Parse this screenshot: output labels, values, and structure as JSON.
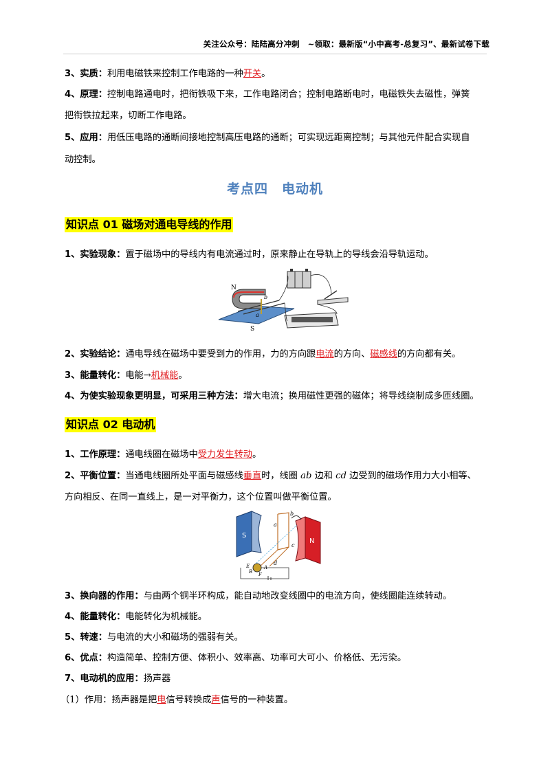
{
  "header": {
    "text": "关注公众号：陆陆高分冲刺　~领取：最新版“小中高考-总复习”、最新试卷下载"
  },
  "items_top": [
    {
      "label": "3、实质：",
      "pre": "利用电磁铁来控制工作电路的一种",
      "red": "开关",
      "post": "。"
    },
    {
      "label": "4、原理：",
      "line1": "控制电路通电时，把衔铁吸下来，工作电路闭合；控制电路断电时，电磁铁失去磁性，弹簧",
      "line2": "把衔铁拉起来，切断工作电路。"
    },
    {
      "label": "5、应用：",
      "line1": "用低压电路的通断间接地控制高压电路的通断；可实现远距离控制；与其他元件配合实现自",
      "line2": "动控制。"
    }
  ],
  "section_title": "考点四　电动机",
  "kp1": {
    "title": "知识点 01  磁场对通电导线的作用",
    "items": [
      {
        "label": "1、实验现象：",
        "text": "置于磁场中的导线内有电流通过时，原来静止在导轨上的导线会沿导轨运动。"
      },
      {
        "label": "2、实验结论：",
        "pre": "通电导线在磁场中要受到力的作用，力的方向跟",
        "red1": "电流",
        "mid": "的方向、",
        "red2": "磁感线",
        "post": "的方向都有关。"
      },
      {
        "label": "3、能量转化：",
        "pre": "电能→",
        "red": "机械能",
        "post": "。"
      },
      {
        "label": "4、为使实验现象更明显，可采用三种方法：",
        "text": "增大电流；换用磁性更强的磁体；将导线绕制成多匝线圈。"
      }
    ],
    "figure_labels": {
      "n": "N",
      "s": "S",
      "a": "a",
      "b": "b"
    }
  },
  "kp2": {
    "title": "知识点 02  电动机",
    "items": [
      {
        "label": "1、工作原理：",
        "pre": "通电线圈在磁场中",
        "red": "受力发生转动",
        "post": "。"
      },
      {
        "label": "2、平衡位置：",
        "pre": "当通电线圈所处平面与磁感线",
        "red": "垂直",
        "mid1": "时，线圈 ",
        "ab": "ab",
        "mid2": " 边和 ",
        "cd": "cd",
        "post": " 边受到的磁场作用力大小相等、",
        "line2": "方向相反、在同一直线上，是一对平衡力，这个位置叫做平衡位置。"
      },
      {
        "label": "3、换向器的作用：",
        "text": "与由两个铜半环构成，能自动地改变线圈中的电流方向，使线圈能连续转动。"
      },
      {
        "label": "4、能量转化：",
        "text": "电能转化为机械能。"
      },
      {
        "label": "5、转速：",
        "text": "与电流的大小和磁场的强弱有关。"
      },
      {
        "label": "6、优点：",
        "text": "构造简单、控制方便、体积小、效率高、功率可大可小、价格低、无污染。"
      },
      {
        "label": "7、电动机的应用：",
        "text": "扬声器"
      }
    ],
    "sub1": {
      "pre": "（1）作用：扬声器是把",
      "red1": "电",
      "mid": "信号转换成",
      "red2": "声",
      "post": "信号的一种装置。"
    },
    "figure_labels": {
      "s": "S",
      "n": "N",
      "a": "a",
      "b": "b",
      "c": "c",
      "d": "d",
      "e": "E",
      "f": "F",
      "aa": "A",
      "bb": "B"
    }
  }
}
